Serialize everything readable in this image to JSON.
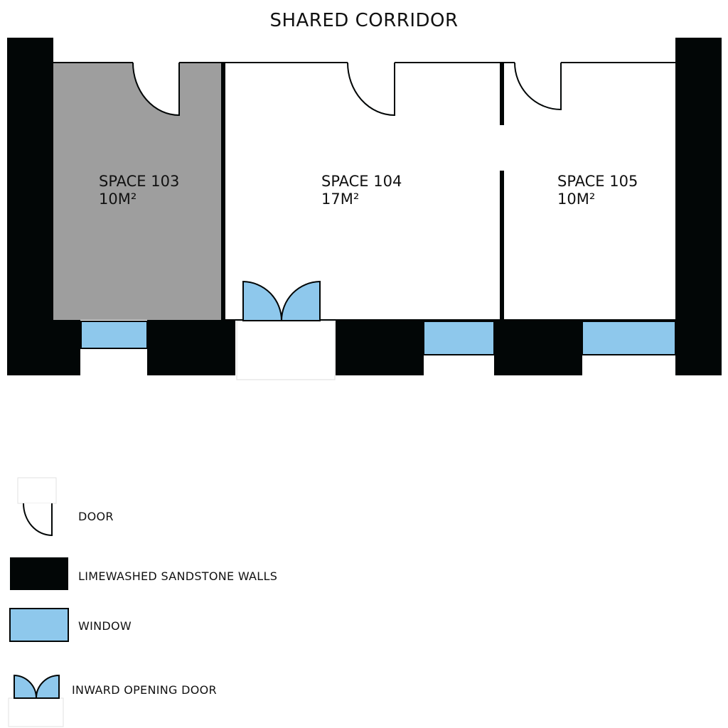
{
  "corridor": {
    "label": "SHARED CORRIDOR"
  },
  "rooms": [
    {
      "name": "SPACE 103",
      "area": "10M²",
      "highlighted": true
    },
    {
      "name": "SPACE 104",
      "area": "17M²",
      "highlighted": false
    },
    {
      "name": "SPACE 105",
      "area": "10M²",
      "highlighted": false
    }
  ],
  "legend": {
    "door": "DOOR",
    "walls": "LIMEWASHED SANDSTONE WALLS",
    "window": "WINDOW",
    "inward_door": "INWARD OPENING DOOR"
  },
  "colors": {
    "wall": "#020606",
    "window": "#8ec8ec",
    "highlight_room": "#9e9e9e",
    "background": "#ffffff"
  }
}
